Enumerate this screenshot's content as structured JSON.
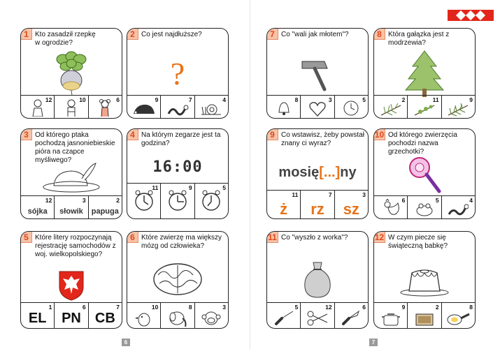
{
  "colors": {
    "accent": "#e2481b",
    "number_bg": "#f6c3a8",
    "orange": "#e8731a",
    "brand": "#e3261b"
  },
  "left": {
    "page_number": "6",
    "cards": [
      {
        "n": "1",
        "q": "Kto zasadził rzepkę w ogrodzie?",
        "opts": [
          {
            "n": "12",
            "icon": "grandma-icon"
          },
          {
            "n": "10",
            "icon": "grandpa-icon"
          },
          {
            "n": "6",
            "icon": "mouse-icon"
          }
        ]
      },
      {
        "n": "2",
        "q": "Co jest najdłuższe?",
        "picture": "?",
        "opts": [
          {
            "n": "9",
            "icon": "hedgehog-icon"
          },
          {
            "n": "7",
            "icon": "snake-icon"
          },
          {
            "n": "4",
            "icon": "snail-icon"
          }
        ]
      },
      {
        "n": "3",
        "q": "Od którego ptaka pochodzą jasnoniebieskie pióra na czapce myśliwego?",
        "opts": [
          {
            "n": "12",
            "w": "sójka"
          },
          {
            "n": "3",
            "w": "słowik"
          },
          {
            "n": "2",
            "w": "papuga"
          }
        ]
      },
      {
        "n": "4",
        "q": "Na którym zegarze jest ta godzina?",
        "picture": "16:00",
        "opts": [
          {
            "n": "11",
            "icon": "clock-icon"
          },
          {
            "n": "9",
            "icon": "clock-icon"
          },
          {
            "n": "5",
            "icon": "clock-icon"
          }
        ]
      },
      {
        "n": "5",
        "q": "Które litery rozpoczynają rejestrację samochodów z woj. wielkopolskiego?",
        "opts": [
          {
            "n": "1",
            "w": "EL"
          },
          {
            "n": "6",
            "w": "PN"
          },
          {
            "n": "7",
            "w": "CB"
          }
        ]
      },
      {
        "n": "6",
        "q": "Które zwierzę ma większy mózg od człowieka?",
        "opts": [
          {
            "n": "10",
            "icon": "penguin-icon"
          },
          {
            "n": "8",
            "icon": "elephant-icon"
          },
          {
            "n": "3",
            "icon": "monkey-icon"
          }
        ]
      }
    ]
  },
  "right": {
    "page_number": "7",
    "cards": [
      {
        "n": "7",
        "q": "Co \"wali jak młotem\"?",
        "opts": [
          {
            "n": "8",
            "icon": "bell-icon"
          },
          {
            "n": "3",
            "icon": "heart-icon"
          },
          {
            "n": "5",
            "icon": "alarm-clock-icon"
          }
        ]
      },
      {
        "n": "8",
        "q": "Która gałązka jest z modrzewia?",
        "opts": [
          {
            "n": "2",
            "icon": "branch-icon"
          },
          {
            "n": "11",
            "icon": "branch-icon"
          },
          {
            "n": "9",
            "icon": "branch-icon"
          }
        ]
      },
      {
        "n": "9",
        "q": "Co wstawisz, żeby powstał znany ci wyraz?",
        "word_start": "mosię",
        "word_gap": "[...]",
        "word_end": "ny",
        "opts": [
          {
            "n": "11",
            "w": "ż"
          },
          {
            "n": "7",
            "w": "rz"
          },
          {
            "n": "3",
            "w": "sz"
          }
        ]
      },
      {
        "n": "10",
        "q": "Od którego zwierzęcia pochodzi nazwa grzechotki?",
        "opts": [
          {
            "n": "6",
            "icon": "rooster-icon"
          },
          {
            "n": "5",
            "icon": "frog-icon"
          },
          {
            "n": "4",
            "icon": "snake-icon"
          }
        ]
      },
      {
        "n": "11",
        "q": "Co \"wyszło z worka\"?",
        "opts": [
          {
            "n": "5",
            "icon": "awl-icon"
          },
          {
            "n": "12",
            "icon": "scissors-icon"
          },
          {
            "n": "6",
            "icon": "knife-icon"
          }
        ]
      },
      {
        "n": "12",
        "q": "W czym piecze się świąteczną babkę?",
        "opts": [
          {
            "n": "9",
            "icon": "pot-icon"
          },
          {
            "n": "2",
            "icon": "baking-tray-icon"
          },
          {
            "n": "8",
            "icon": "frying-pan-icon"
          }
        ]
      }
    ]
  }
}
